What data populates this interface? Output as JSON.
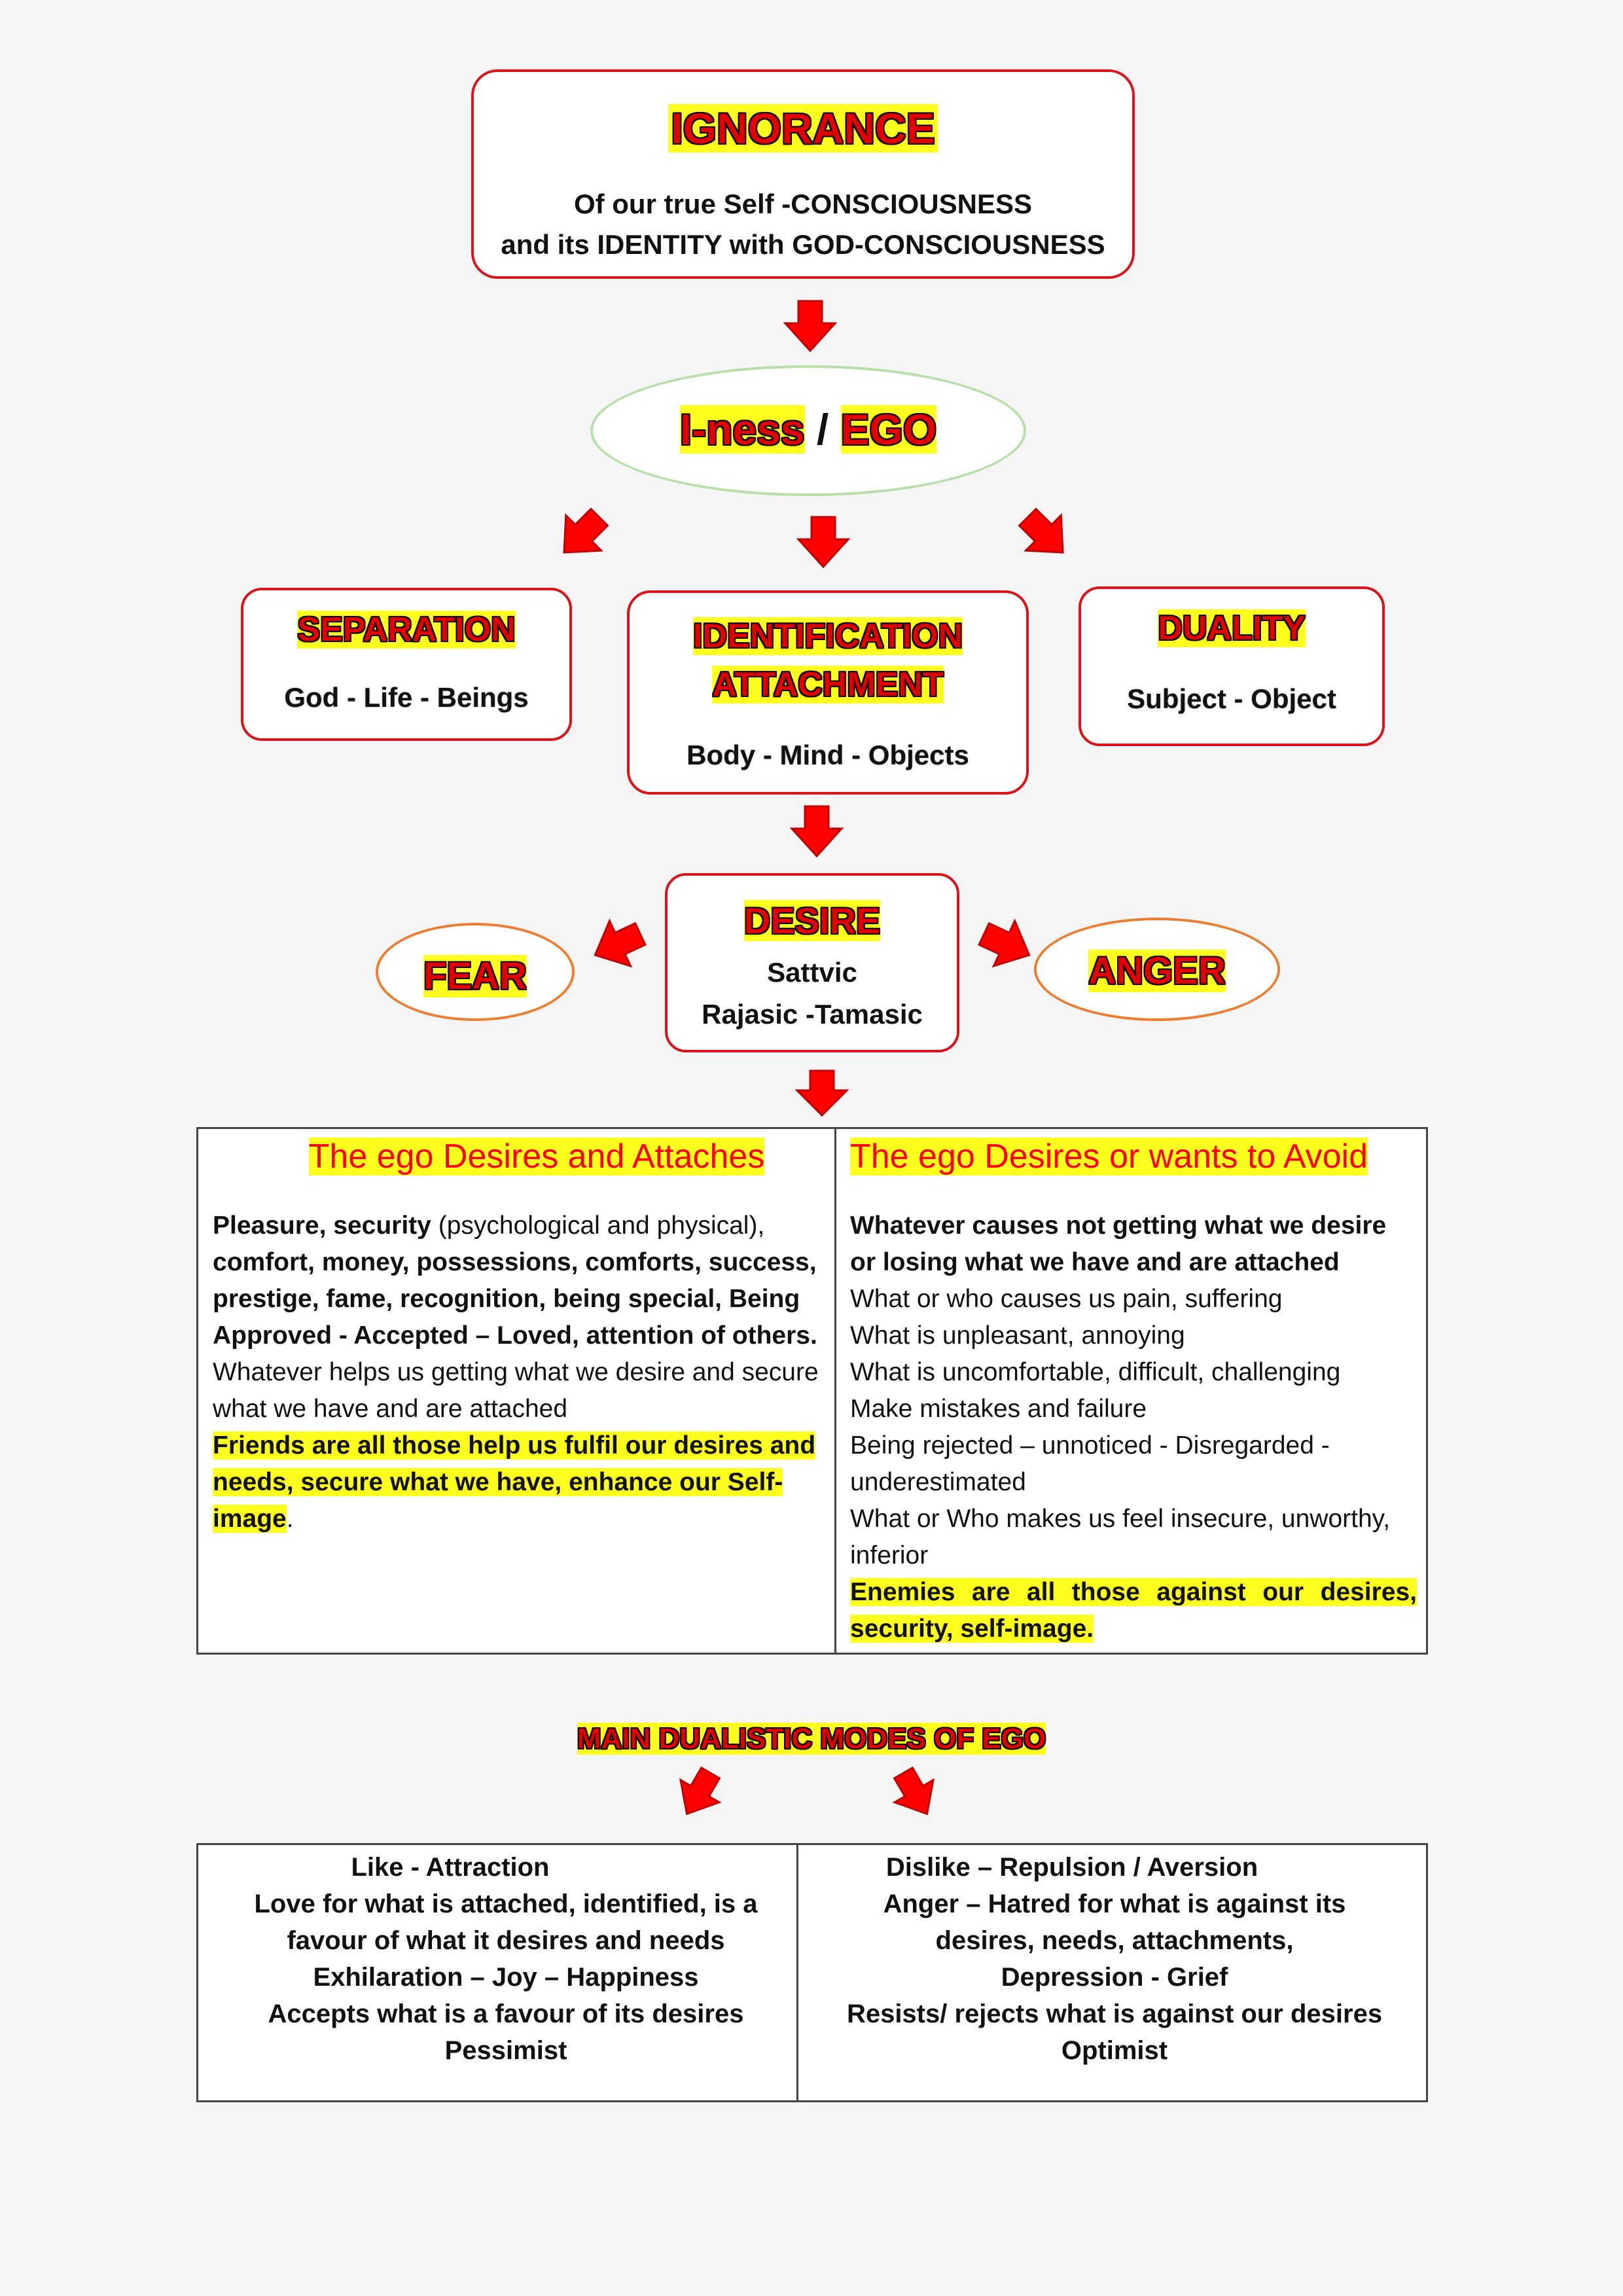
{
  "ignorance": {
    "title": "IGNORANCE",
    "line1": "Of our true Self -CONSCIOUSNESS",
    "line2": "and its IDENTITY with GOD-CONSCIOUSNESS"
  },
  "ego": {
    "part1": "I-ness",
    "sep": " / ",
    "part2": "EGO"
  },
  "separation": {
    "title": "SEPARATION",
    "sub": "God - Life - Beings"
  },
  "identification": {
    "title1": "IDENTIFICATION",
    "title2": "ATTACHMENT",
    "sub": "Body - Mind - Objects"
  },
  "duality": {
    "title": "DUALITY",
    "sub": "Subject - Object"
  },
  "desire": {
    "title": "DESIRE",
    "line1": "Sattvic",
    "line2": "Rajasic -Tamasic"
  },
  "fear": {
    "title": "FEAR"
  },
  "anger": {
    "title": "ANGER"
  },
  "attaches": {
    "heading": "The ego Desires and Attaches",
    "bold1": "Pleasure, security",
    "normal1": " (psychological and physical),",
    "bold2": "comfort, money, possessions, comforts, success, prestige, fame, recognition, being special, Being Approved - Accepted – Loved, attention of others.",
    "normal2": "Whatever helps us getting what we desire and secure what we have and are attached",
    "highlight": "Friends are all those help us fulfil our desires and needs, secure what we have, enhance our Self-image",
    "period": "."
  },
  "avoid": {
    "heading": "The ego Desires or wants to Avoid",
    "bold": "Whatever causes not getting what we desire or losing what we have and are attached",
    "lines": [
      "What or who causes us pain, suffering",
      "What is unpleasant, annoying",
      "What is uncomfortable, difficult, challenging",
      "Make mistakes and failure",
      "Being rejected – unnoticed - Disregarded - underestimated",
      "What or Who makes us feel insecure, unworthy, inferior"
    ],
    "highlight": "Enemies are all those against our desires, security, self-image."
  },
  "modes": {
    "title": "MAIN DUALISTIC MODES OF EGO",
    "like": {
      "line1": "Like - Attraction",
      "line2": "Love for what is attached, identified, is a favour of what it desires and needs",
      "line3": "Exhilaration – Joy – Happiness",
      "line4": "Accepts what is a favour of its desires",
      "line5": "Pessimist"
    },
    "dislike": {
      "line1": "Dislike – Repulsion / Aversion",
      "line2": "Anger – Hatred for what is against its desires, needs, attachments,",
      "line3": "Depression - Grief",
      "line4": "Resists/ rejects what is against our desires",
      "line5": "Optimist"
    }
  },
  "colors": {
    "box_border": "#d9151b",
    "oval_border_ego": "#b7dfa8",
    "oval_border_fear": "#ed7d31",
    "highlight": "#ffff1f",
    "arrow_fill": "#ff0000"
  }
}
